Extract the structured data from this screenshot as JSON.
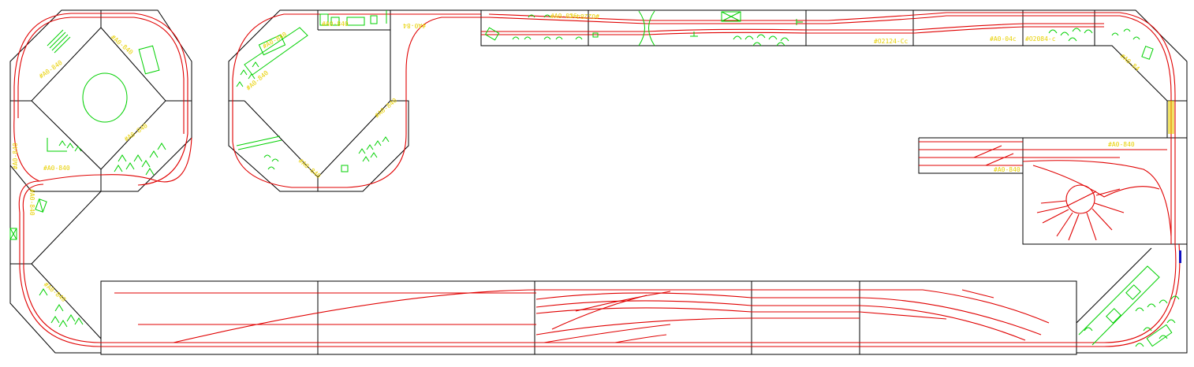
{
  "colors": {
    "module_outline": "#000000",
    "track": "#e00000",
    "scenery": "#00d000",
    "module_label": "#e8d000",
    "marker": "#1010c0"
  },
  "module_labels": [
    "#A0-840",
    "#A0-840",
    "#A0-840",
    "#A0-840",
    "#A0-840",
    "#A0-840",
    "#A0-840",
    "#A0-840",
    "#A0-840",
    "#A0-840",
    "#A0-840",
    "#A0-840",
    "#A0-84",
    "#A0-036",
    "#O2284-c",
    "#O2124-Cc",
    "#A0-04c",
    "#O2084-c",
    "#A0-84",
    "#A0-840",
    "#A0-840"
  ]
}
